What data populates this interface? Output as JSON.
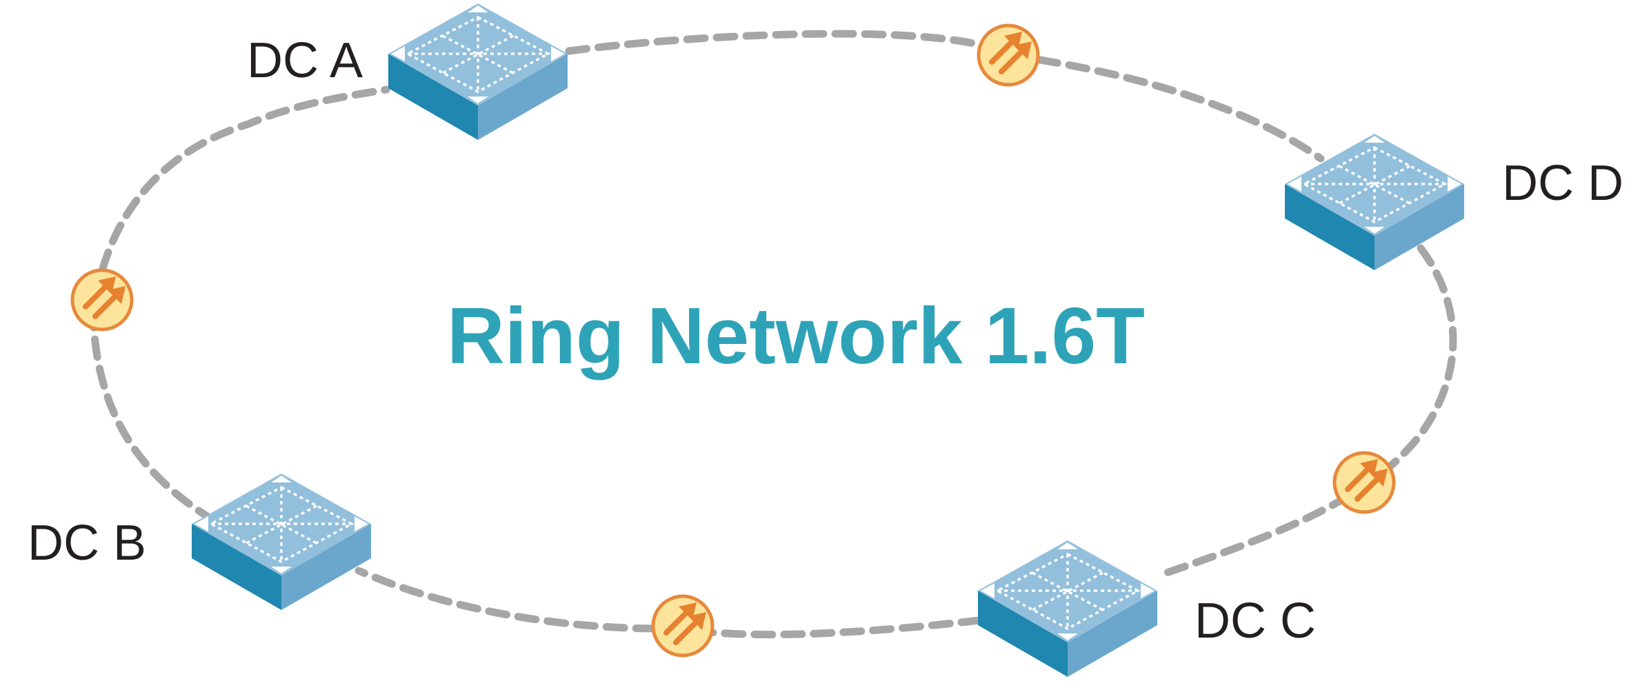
{
  "title": "Ring Network 1.6T",
  "nodes": [
    {
      "id": "dc-a",
      "label": "DC A"
    },
    {
      "id": "dc-b",
      "label": "DC B"
    },
    {
      "id": "dc-c",
      "label": "DC C"
    },
    {
      "id": "dc-d",
      "label": "DC D"
    }
  ],
  "links": [
    {
      "from": "dc-a",
      "to": "dc-d",
      "style": "dashed",
      "amplifier": true
    },
    {
      "from": "dc-d",
      "to": "dc-c",
      "style": "dashed",
      "amplifier": true
    },
    {
      "from": "dc-c",
      "to": "dc-b",
      "style": "dashed",
      "amplifier": true
    },
    {
      "from": "dc-b",
      "to": "dc-a",
      "style": "dashed",
      "amplifier": true
    }
  ],
  "icons": {
    "node": "network-switch-icon",
    "link_component": "amplifier-icon"
  },
  "colors": {
    "title": "#2ea3b8",
    "link": "#a6a6a6",
    "switch_top": "#92bfdc",
    "switch_front": "#1f87b0",
    "switch_side": "#6ba7cc",
    "amplifier_fill": "#fde49c",
    "amplifier_accent": "#e6822f",
    "label": "#231f20"
  }
}
